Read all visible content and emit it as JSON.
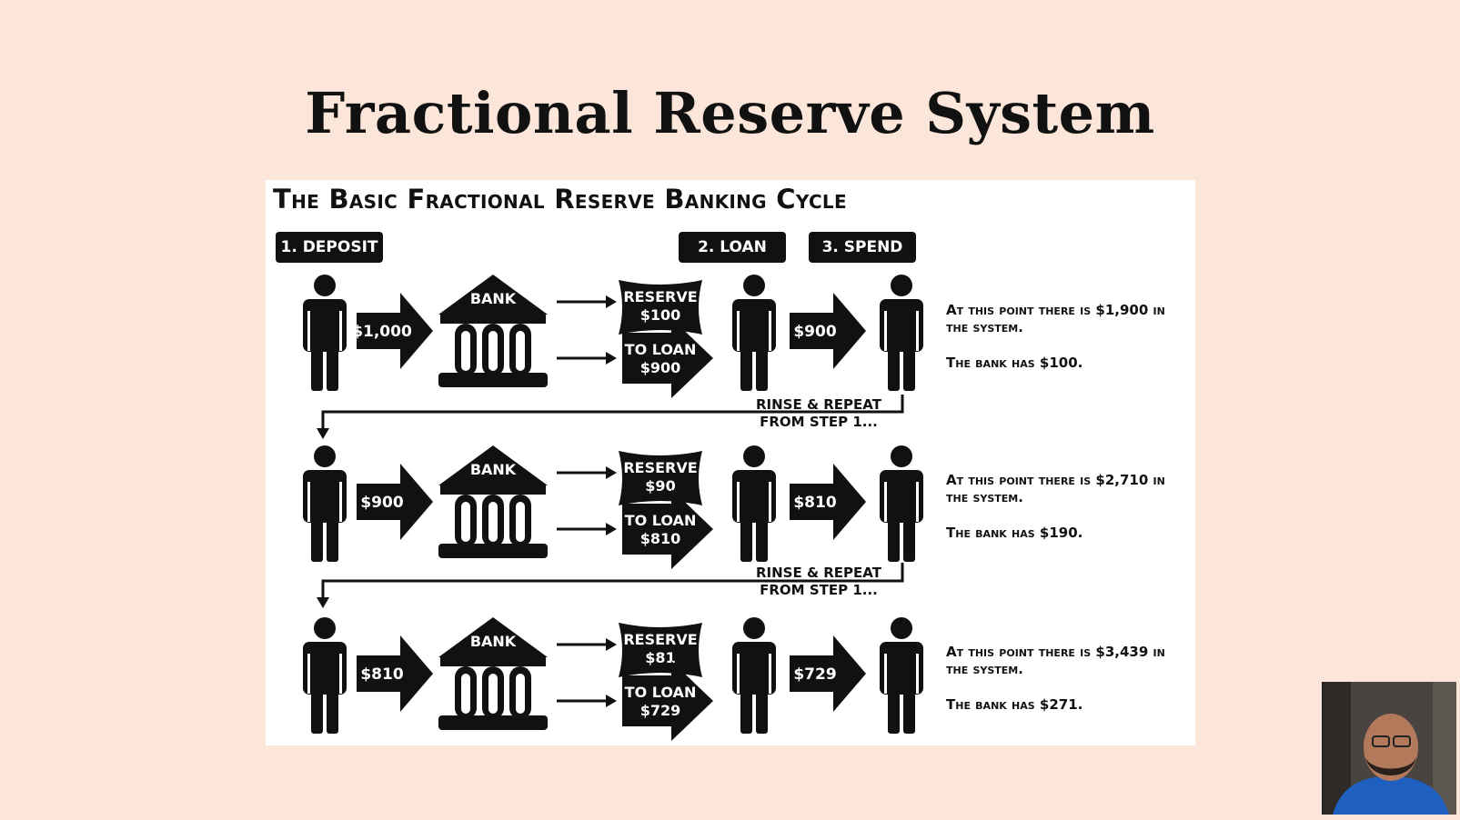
{
  "slide": {
    "title": "Fractional Reserve System"
  },
  "diagram": {
    "title": "The Basic Fractional Reserve Banking Cycle",
    "steps": [
      "1. DEPOSIT",
      "2. LOAN",
      "3. SPEND"
    ],
    "bank_label": "BANK",
    "reserve_label": "RESERVE",
    "loan_label": "TO LOAN",
    "repeat_note": [
      "RINSE & REPEAT",
      "FROM STEP 1..."
    ],
    "icons": [
      "person-icon",
      "bank-icon",
      "arrow-icon"
    ],
    "rows": [
      {
        "deposit": "$1,000",
        "reserve": "$100",
        "loan": "$900",
        "spend": "$900",
        "info_total": "At this point there is $1,900 in the system.",
        "info_bank": "The bank has $100."
      },
      {
        "deposit": "$900",
        "reserve": "$90",
        "loan": "$810",
        "spend": "$810",
        "info_total": "At this point there is $2,710 in the system.",
        "info_bank": "The bank has $190."
      },
      {
        "deposit": "$810",
        "reserve": "$81",
        "loan": "$729",
        "spend": "$729",
        "info_total": "At this point there is $3,439 in the system.",
        "info_bank": "The bank has $271."
      }
    ]
  },
  "webcam": {
    "label": "presenter-webcam"
  }
}
